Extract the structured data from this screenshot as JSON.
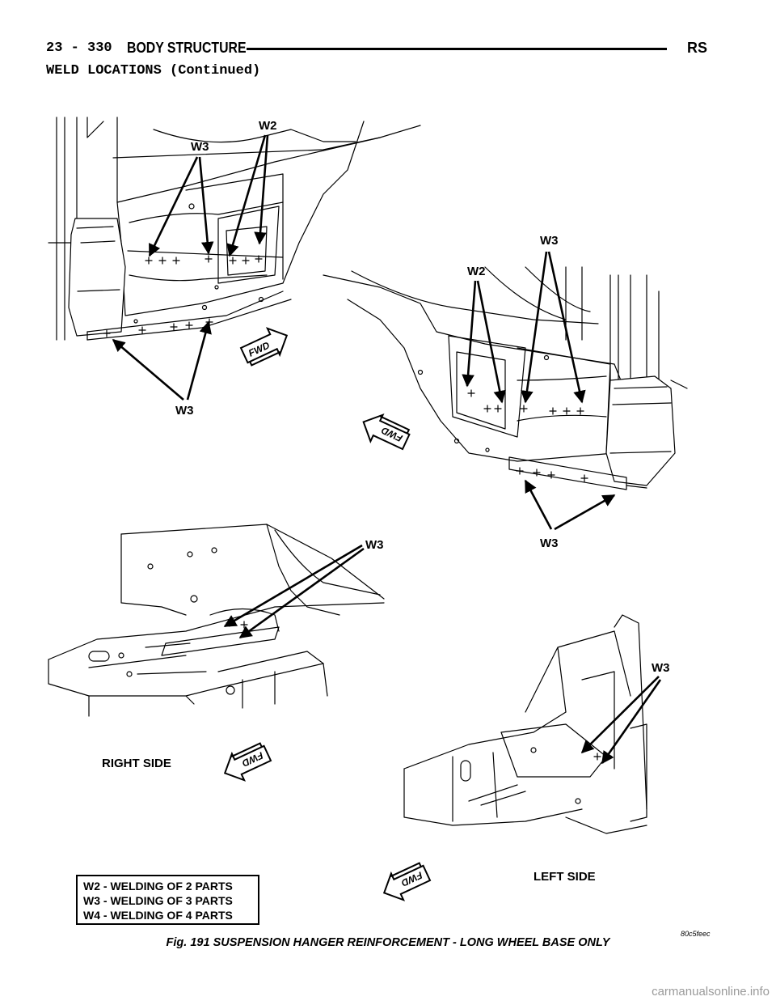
{
  "header": {
    "page_number": "23 - 330",
    "section": "BODY STRUCTURE",
    "model_code": "RS"
  },
  "section_heading": "WELD LOCATIONS (Continued)",
  "figure": {
    "callouts": {
      "w2": "W2",
      "w3": "W3"
    },
    "fwd_label": "FWD",
    "side_labels": {
      "right": "RIGHT SIDE",
      "left": "LEFT SIDE"
    },
    "legend": [
      "W2 - WELDING OF 2 PARTS",
      "W3 - WELDING OF 3 PARTS",
      "W4 - WELDING OF 4 PARTS"
    ],
    "image_code": "80c5feec",
    "caption": "Fig. 191 SUSPENSION HANGER REINFORCEMENT - LONG WHEEL BASE ONLY"
  },
  "watermark": "carmanualsonline.info"
}
